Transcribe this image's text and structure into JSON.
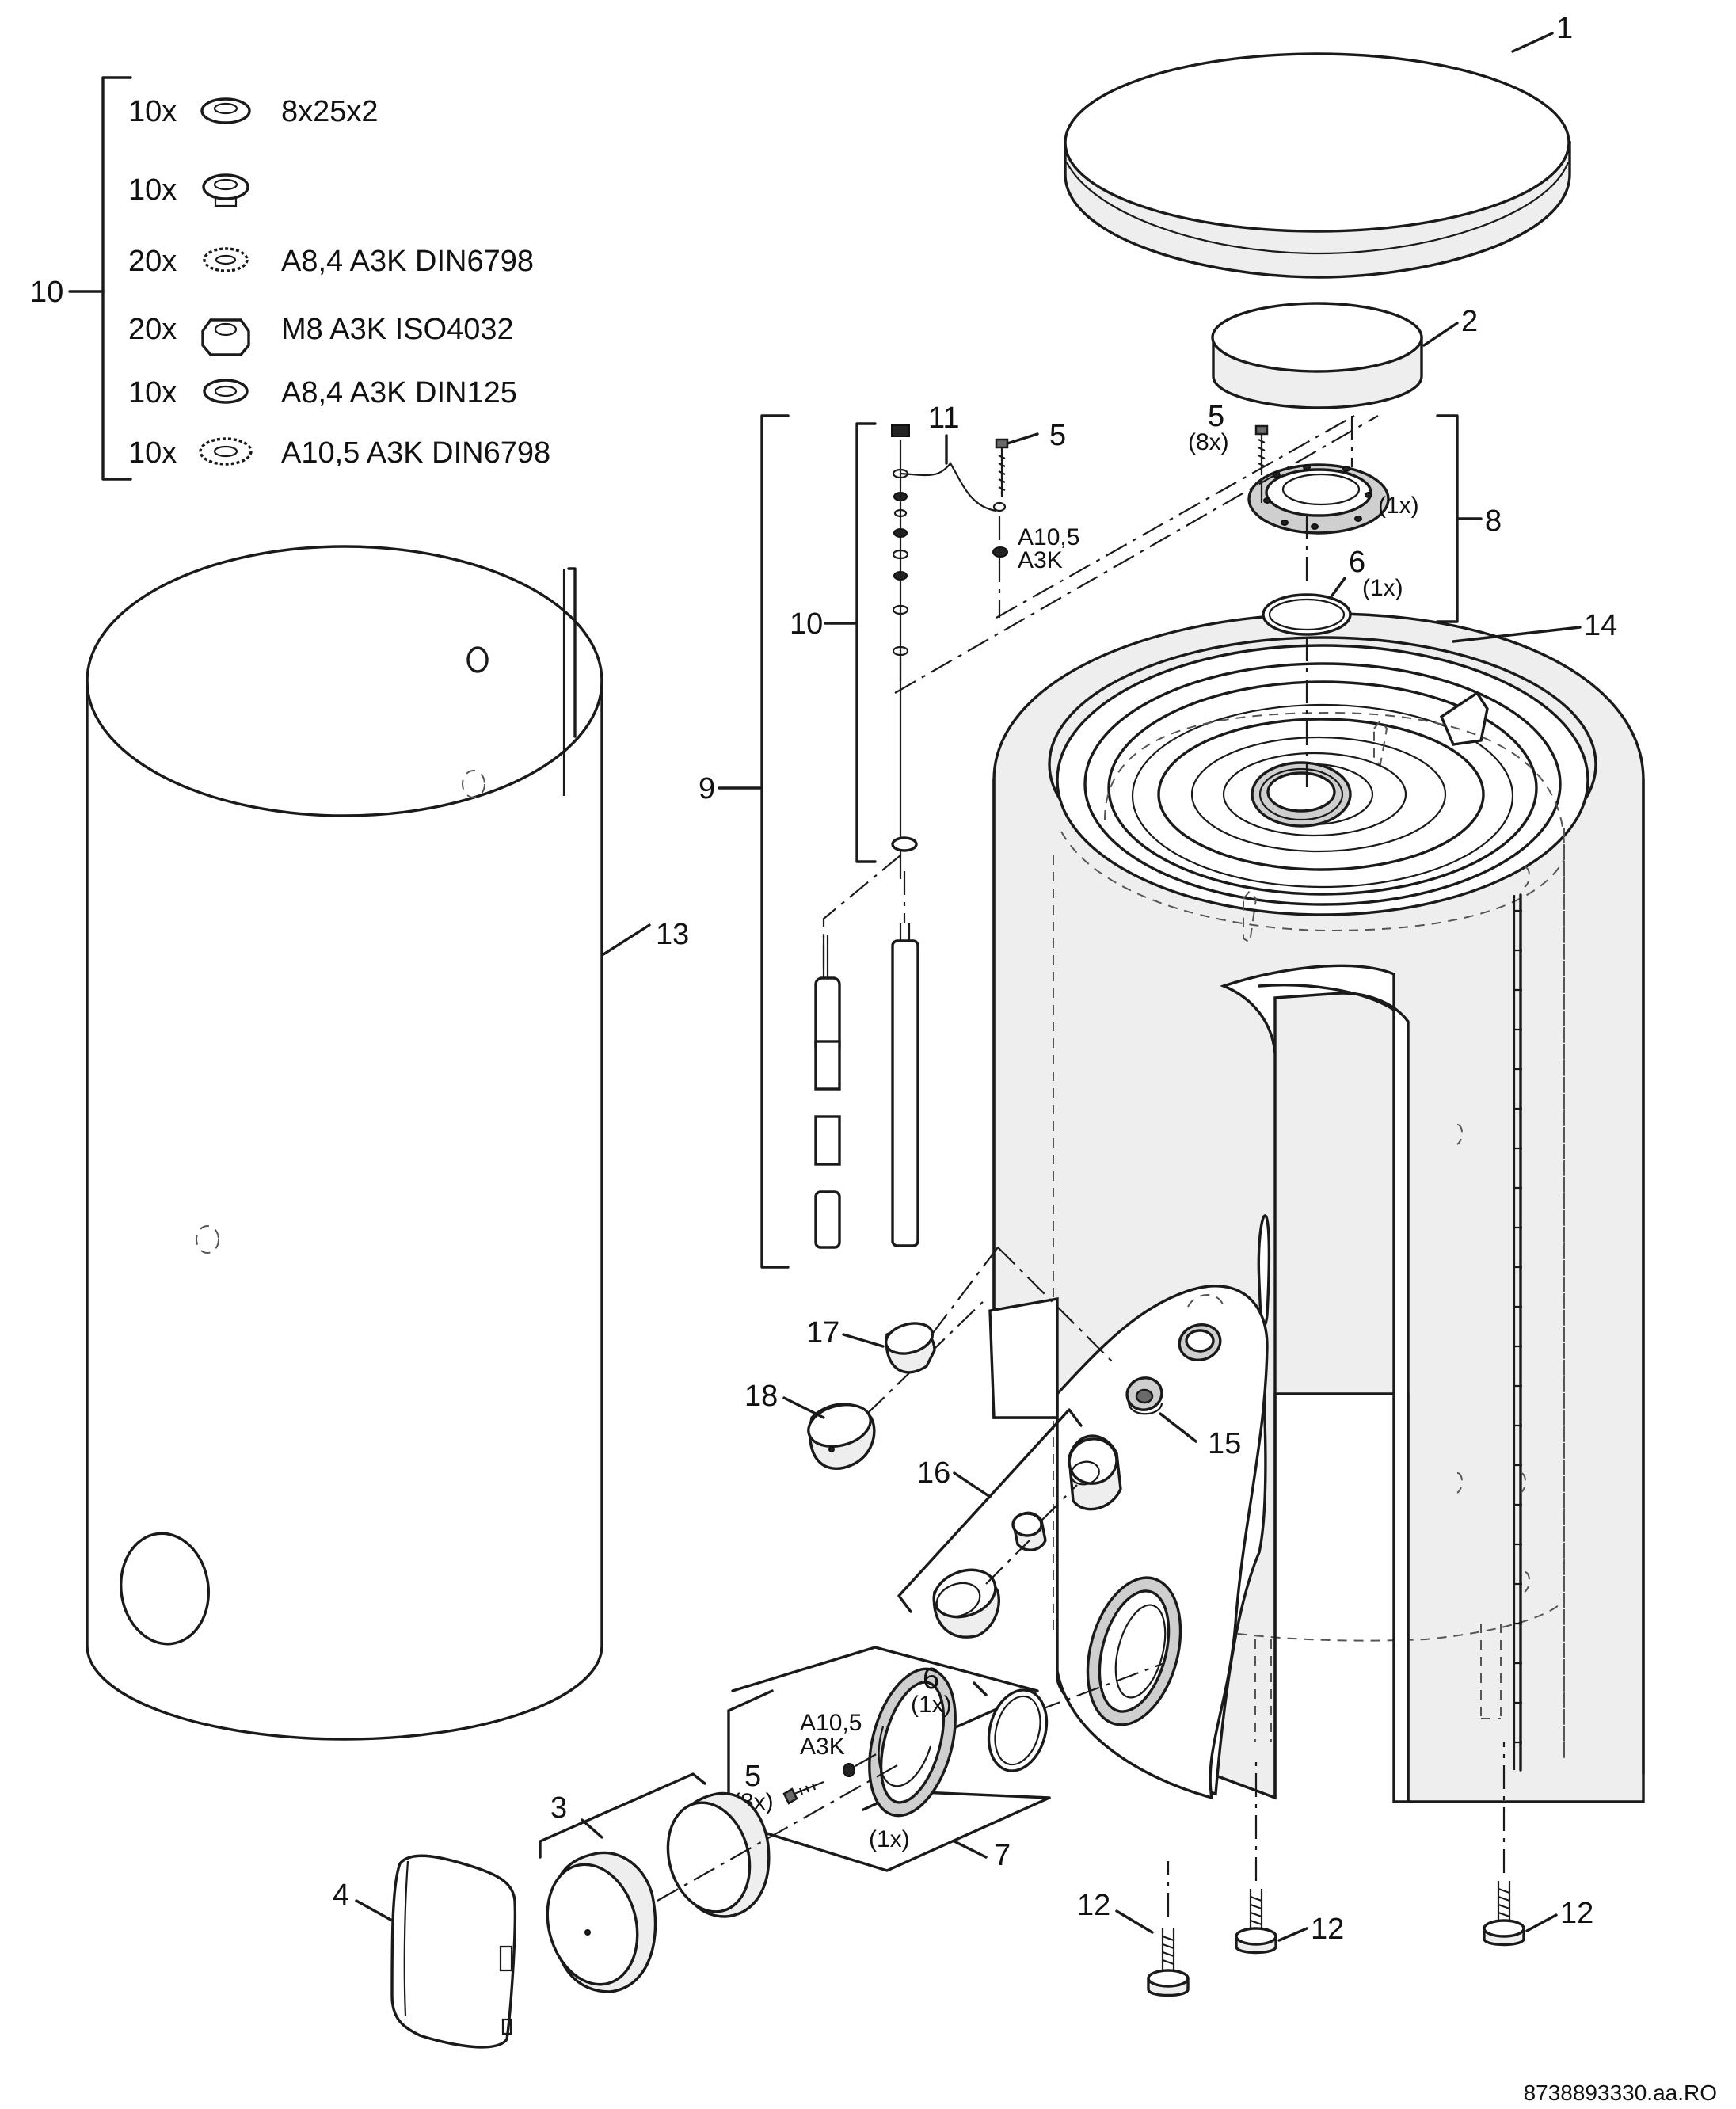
{
  "callouts": {
    "c1": "1",
    "c2": "2",
    "c3": "3",
    "c4": "4",
    "c5_top": "5",
    "c5_top_qty": "(8x)",
    "c5_anode": "5",
    "c5_side": "5",
    "c5_side_qty": "(8x)",
    "c6_top": "6",
    "c6_top_qty": "(1x)",
    "c6_side": "6",
    "c6_side_qty": "(1x)",
    "c7": "7",
    "c7_qty": "(1x)",
    "c8": "8",
    "c8_qty": "(1x)",
    "c9": "9",
    "c10_legend": "10",
    "c10_anode": "10",
    "c11": "11",
    "c12_a": "12",
    "c12_b": "12",
    "c12_c": "12",
    "c13": "13",
    "c14": "14",
    "c15": "15",
    "c16": "16",
    "c17": "17",
    "c18": "18",
    "washer_top_line1": "A10,5",
    "washer_top_line2": "A3K",
    "washer_side_line1": "A10,5",
    "washer_side_line2": "A3K"
  },
  "legend": [
    {
      "qty": "10x",
      "icon": "flat-washer-icon",
      "spec": "8x25x2"
    },
    {
      "qty": "10x",
      "icon": "insulating-bush-icon",
      "spec": ""
    },
    {
      "qty": "20x",
      "icon": "serrated-lock-washer-icon",
      "spec": "A8,4 A3K DIN6798"
    },
    {
      "qty": "20x",
      "icon": "hex-nut-icon",
      "spec": "M8 A3K ISO4032"
    },
    {
      "qty": "10x",
      "icon": "plain-washer-icon",
      "spec": "A8,4 A3K DIN125"
    },
    {
      "qty": "10x",
      "icon": "large-lock-washer-icon",
      "spec": "A10,5 A3K DIN6798"
    }
  ],
  "footer": {
    "drawing_id": "8738893330.aa.RO"
  }
}
